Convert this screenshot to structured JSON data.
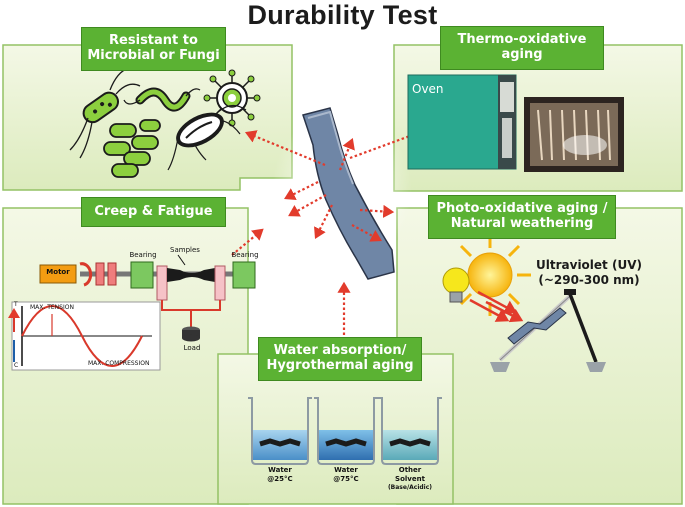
{
  "title": "Durability Test",
  "panels": {
    "microbial": {
      "line1": "Resistant to",
      "line2": "Microbial or Fungi"
    },
    "thermo": {
      "line1": "Thermo-oxidative",
      "line2": "aging",
      "oven_label": "Oven"
    },
    "creep": {
      "title": "Creep & Fatigue",
      "motor": "Motor",
      "bearing_left": "Bearing",
      "bearing_right": "Bearing",
      "samples": "Samples",
      "load": "Load",
      "max_tension": "MAX. TENSION",
      "max_compression": "MAX. COMPRESSION",
      "axis_t": "T",
      "axis_c": "C"
    },
    "photo": {
      "line1": "Photo-oxidative aging /",
      "line2": "Natural weathering",
      "uv_line1": "Ultraviolet (UV)",
      "uv_line2": "(~290-300 nm)"
    },
    "water": {
      "line1": "Water absorption/",
      "line2": "Hygrothermal aging",
      "beakers": [
        {
          "line1": "Water",
          "line2": "@25°C",
          "line3": ""
        },
        {
          "line1": "Water",
          "line2": "@75°C",
          "line3": ""
        },
        {
          "line1": "Other",
          "line2": "Solvent",
          "line3": "(Base/Acidic)"
        }
      ]
    }
  },
  "colors": {
    "banner": "#5bb233",
    "panel_fill": "#e9f2d2",
    "panel_border": "#94c265",
    "arrow": "#e23b2c",
    "specimen": "#6f86a6"
  }
}
